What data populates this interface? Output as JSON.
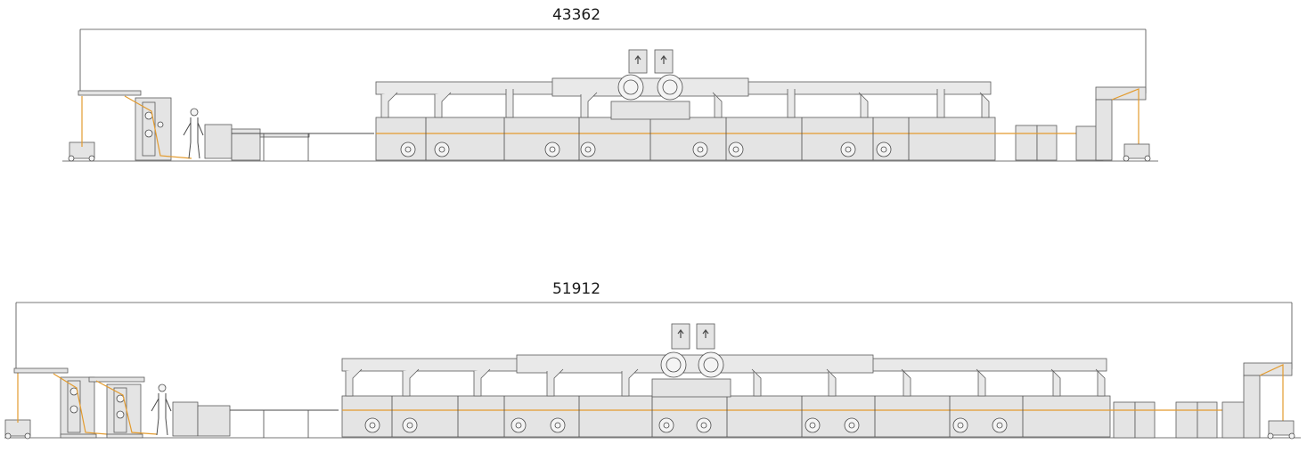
{
  "lines": [
    {
      "id": "line-top",
      "dimension": "43362",
      "units": 4
    },
    {
      "id": "line-bottom",
      "dimension": "51912",
      "units": 5
    }
  ],
  "colors": {
    "background": "#ffffff",
    "machine_fill": "#e4e4e4",
    "machine_stroke": "#5a5a5a",
    "web_path": "#e39b2e",
    "text": "#1a1a1a"
  }
}
